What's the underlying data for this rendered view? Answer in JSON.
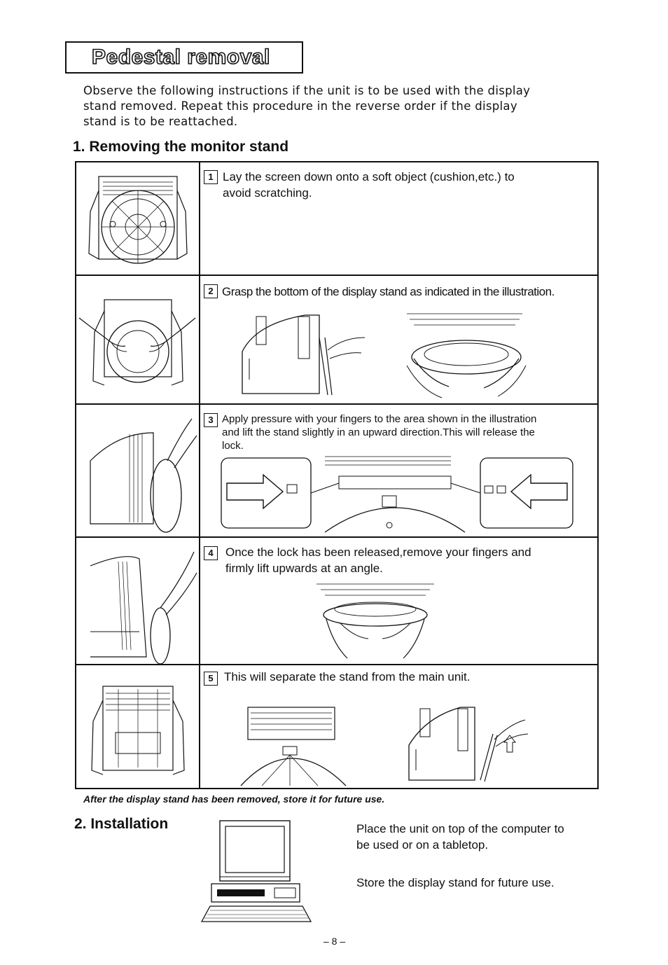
{
  "page": {
    "title": "Pedestal removal",
    "intro": [
      "Observe the following instructions if the unit is to be used with the display",
      "stand removed.  Repeat this procedure in the reverse order if the display",
      "stand is to be reattached."
    ],
    "section1_title": "1. Removing the monitor stand",
    "steps": [
      {
        "number": "1",
        "lines": [
          "Lay the screen  down onto a soft object (cushion,etc.) to",
          "avoid scratching."
        ]
      },
      {
        "number": "2",
        "lines": [
          "Grasp the bottom of the display stand as indicated in the illustration."
        ]
      },
      {
        "number": "3",
        "lines": [
          "Apply pressure with your fingers to the area shown in the illustration",
          "and lift the stand slightly in an upward direction.This will release the",
          "lock."
        ]
      },
      {
        "number": "4",
        "lines": [
          "Once the lock has been released,remove your fingers and",
          "firmly lift upwards at an angle."
        ]
      },
      {
        "number": "5",
        "lines": [
          "This will separate the stand from the main unit."
        ]
      }
    ],
    "note": "After the display stand has been removed, store it for future use.",
    "section2_title": "2. Installation",
    "installation": [
      "Place the unit on top of the computer to",
      "be used or on a tabletop.",
      "Store the display stand for future use."
    ],
    "page_number": "– 8 –"
  }
}
